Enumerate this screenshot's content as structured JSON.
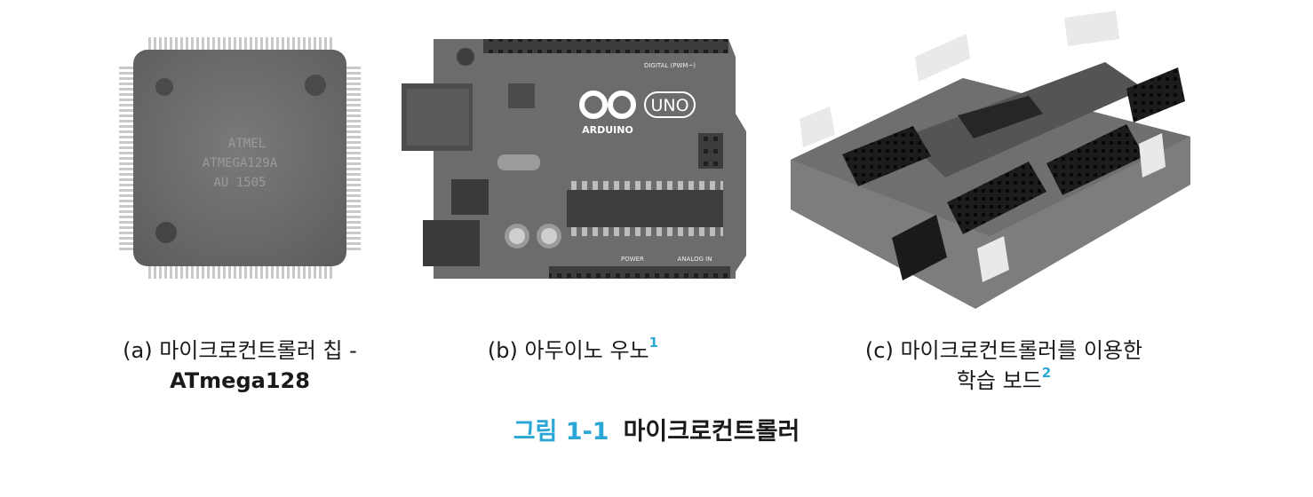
{
  "figure": {
    "label": "그림 1-1",
    "title": "마이크로컨트롤러"
  },
  "panels": [
    {
      "caption_line1": "(a) 마이크로컨트롤러 칩 -",
      "caption_line2": "ATmega128",
      "chip_marking": [
        "ATMEL",
        "ATMEGA129A",
        "AU 1505"
      ]
    },
    {
      "caption_line1": "(b) 아두이노 우노",
      "footnote": "1",
      "board_marking": [
        "ARDUINO",
        "UNO",
        "DIGITAL (PWM~)",
        "POWER",
        "ANALOG IN"
      ]
    },
    {
      "caption_line1": "(c) 마이크로컨트롤러를 이용한",
      "caption_line2": "학습 보드",
      "footnote": "2"
    }
  ]
}
